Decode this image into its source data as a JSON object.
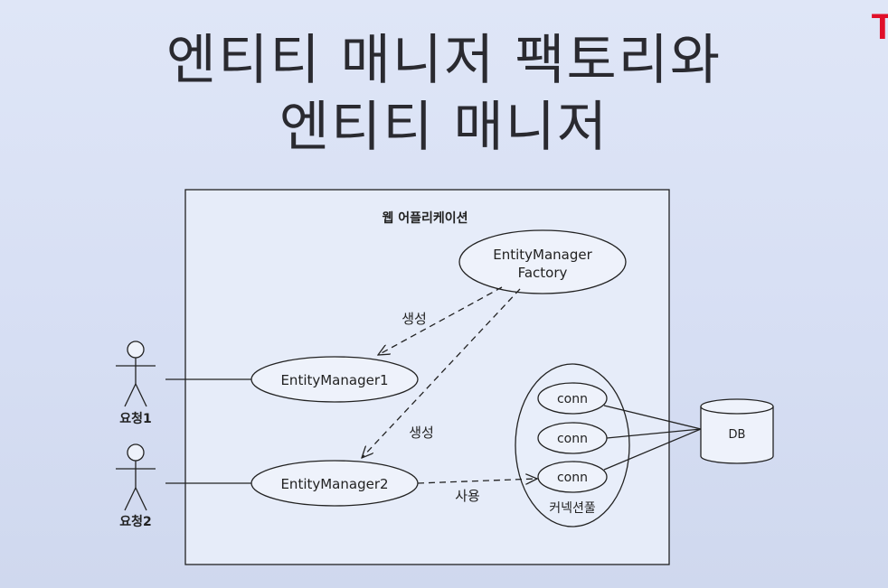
{
  "slide": {
    "title_line1": "엔티티 매니저 팩토리와",
    "title_line2": "엔티티 매니저",
    "logo_text": "T"
  },
  "diagram": {
    "container_label": "웹 어플리케이션",
    "factory_line1": "EntityManager",
    "factory_line2": "Factory",
    "em1": "EntityManager1",
    "em2": "EntityManager2",
    "create_label_1": "생성",
    "create_label_2": "생성",
    "use_label": "사용",
    "conn1": "conn",
    "conn2": "conn",
    "conn3": "conn",
    "pool_label": "커넥션풀",
    "db": "DB",
    "actor1": "요청1",
    "actor2": "요청2"
  }
}
